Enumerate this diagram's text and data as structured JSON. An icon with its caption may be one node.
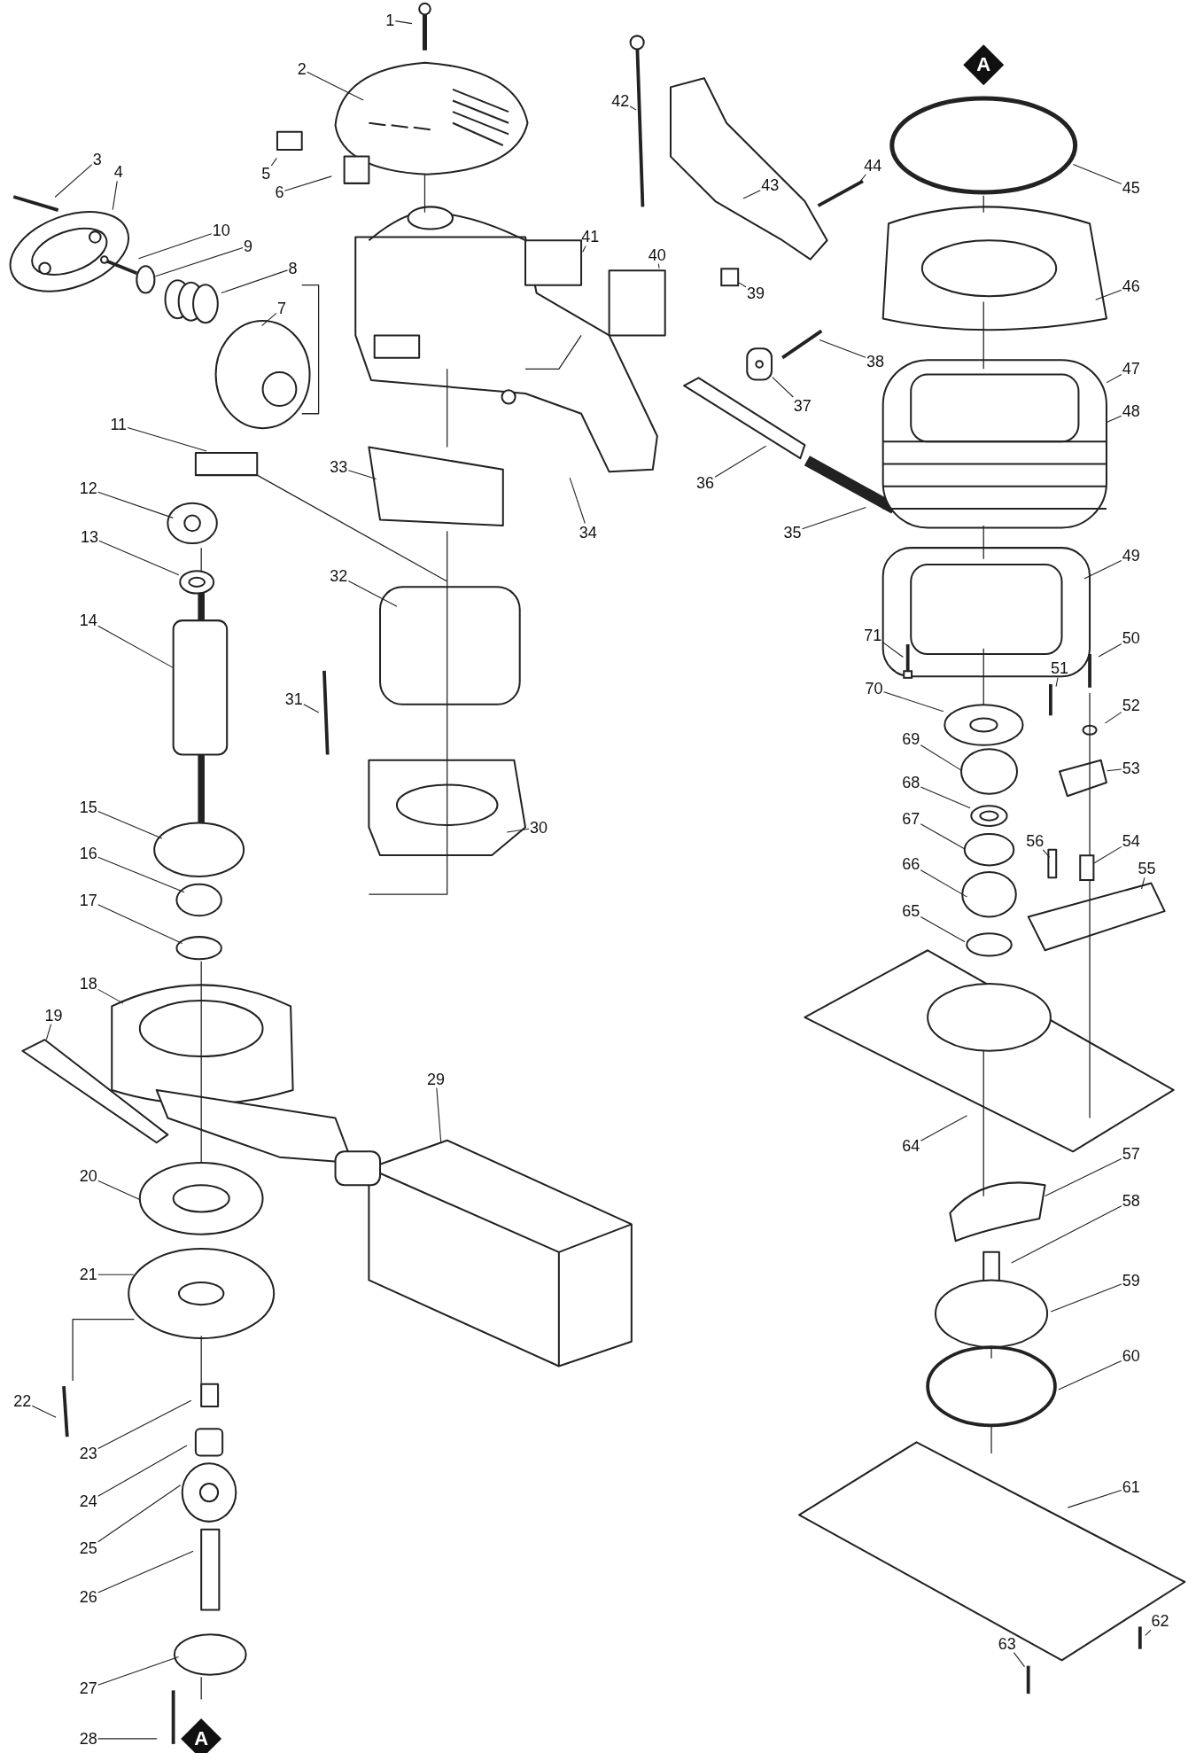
{
  "diagram": {
    "nodes": [
      {
        "text": [
          "1"
        ]
      },
      {
        "text": [
          "2"
        ]
      },
      {
        "text": [
          "3"
        ]
      },
      {
        "text": [
          "4"
        ]
      },
      {
        "text": [
          "5"
        ]
      },
      {
        "text": [
          "6"
        ]
      },
      {
        "text": [
          "7"
        ]
      },
      {
        "text": [
          "8"
        ]
      },
      {
        "text": [
          "9"
        ]
      },
      {
        "text": [
          "10"
        ]
      },
      {
        "text": [
          "11"
        ]
      },
      {
        "text": [
          "12"
        ]
      },
      {
        "text": [
          "13"
        ]
      },
      {
        "text": [
          "14"
        ]
      },
      {
        "text": [
          "15"
        ]
      },
      {
        "text": [
          "16"
        ]
      },
      {
        "text": [
          "17"
        ]
      },
      {
        "text": [
          "18"
        ]
      },
      {
        "text": [
          "19"
        ]
      },
      {
        "text": [
          "20"
        ]
      },
      {
        "text": [
          "21"
        ]
      },
      {
        "text": [
          "22"
        ]
      },
      {
        "text": [
          "23"
        ]
      },
      {
        "text": [
          "24"
        ]
      },
      {
        "text": [
          "25"
        ]
      },
      {
        "text": [
          "26"
        ]
      },
      {
        "text": [
          "27"
        ]
      },
      {
        "text": [
          "28"
        ]
      },
      {
        "text": [
          "29"
        ]
      },
      {
        "text": [
          "30"
        ]
      },
      {
        "text": [
          "31"
        ]
      },
      {
        "text": [
          "32"
        ]
      },
      {
        "text": [
          "33"
        ]
      },
      {
        "text": [
          "34"
        ]
      },
      {
        "text": [
          "35"
        ]
      },
      {
        "text": [
          "36"
        ]
      },
      {
        "text": [
          "37"
        ]
      },
      {
        "text": [
          "38"
        ]
      },
      {
        "text": [
          "39"
        ]
      },
      {
        "text": [
          "40"
        ]
      },
      {
        "text": [
          "41"
        ]
      },
      {
        "text": [
          "42"
        ]
      },
      {
        "text": [
          "43"
        ]
      },
      {
        "text": [
          "44"
        ]
      },
      {
        "text": [
          "45"
        ]
      },
      {
        "text": [
          "46"
        ]
      },
      {
        "text": [
          "47"
        ]
      },
      {
        "text": [
          "48"
        ]
      },
      {
        "text": [
          "49"
        ]
      },
      {
        "text": [
          "50"
        ]
      },
      {
        "text": [
          "51"
        ]
      },
      {
        "text": [
          "52"
        ]
      },
      {
        "text": [
          "53"
        ]
      },
      {
        "text": [
          "54"
        ]
      },
      {
        "text": [
          "55"
        ]
      },
      {
        "text": [
          "56"
        ]
      },
      {
        "text": [
          "57"
        ]
      },
      {
        "text": [
          "58"
        ]
      },
      {
        "text": [
          "59"
        ]
      },
      {
        "text": [
          "60"
        ]
      },
      {
        "text": [
          "61"
        ]
      },
      {
        "text": [
          "62"
        ]
      },
      {
        "text": [
          "63"
        ]
      },
      {
        "text": [
          "64"
        ]
      },
      {
        "text": [
          "65"
        ]
      },
      {
        "text": [
          "66"
        ]
      },
      {
        "text": [
          "67"
        ]
      },
      {
        "text": [
          "68"
        ]
      },
      {
        "text": [
          "69"
        ]
      },
      {
        "text": [
          "70"
        ]
      },
      {
        "text": [
          "71"
        ]
      },
      {
        "text": [],
        "shape": "picture"
      },
      {
        "text": [],
        "shape": "picture"
      },
      {
        "text": [],
        "shape": "picture"
      },
      {
        "text": [],
        "shape": "box"
      },
      {
        "text": [],
        "shape": "box"
      },
      {
        "text": [],
        "shape": "picture"
      },
      {
        "text": [],
        "shape": "picture"
      },
      {
        "text": [],
        "shape": "picture"
      },
      {
        "text": [],
        "shape": "circle"
      },
      {
        "text": [],
        "shape": "picture"
      }
    ],
    "edges": [
      {
        "from": 0,
        "to": null,
        "arrow": "none"
      },
      {
        "from": 1,
        "to": null,
        "arrow": "none"
      },
      {
        "from": 2,
        "to": null,
        "arrow": "none"
      },
      {
        "from": 3,
        "to": null,
        "arrow": "none"
      },
      {
        "from": 4,
        "to": null,
        "arrow": "none"
      },
      {
        "from": 5,
        "to": null,
        "arrow": "none"
      },
      {
        "from": 6,
        "to": null,
        "arrow": "none"
      },
      {
        "from": 7,
        "to": 71,
        "arrow": "none"
      },
      {
        "from": 8,
        "to": 79,
        "arrow": "none"
      },
      {
        "from": 9,
        "to": 80,
        "arrow": "none"
      },
      {
        "from": 10,
        "to": null,
        "arrow": "none"
      },
      {
        "from": 11,
        "to": null,
        "arrow": "none"
      },
      {
        "from": 12,
        "to": 72,
        "arrow": "none"
      },
      {
        "from": 13,
        "to": null,
        "arrow": "none"
      },
      {
        "from": 14,
        "to": null,
        "arrow": "none"
      },
      {
        "from": 15,
        "to": null,
        "arrow": "none"
      },
      {
        "from": 16,
        "to": null,
        "arrow": "none"
      },
      {
        "from": 17,
        "to": null,
        "arrow": "none"
      },
      {
        "from": 18,
        "to": null,
        "arrow": "none"
      },
      {
        "from": 19,
        "to": null,
        "arrow": "none"
      },
      {
        "from": 20,
        "to": null,
        "arrow": "none"
      },
      {
        "from": 21,
        "to": null,
        "arrow": "none"
      },
      {
        "from": 22,
        "to": null,
        "arrow": "none"
      },
      {
        "from": 23,
        "to": null,
        "arrow": "none"
      },
      {
        "from": 24,
        "to": null,
        "arrow": "none"
      },
      {
        "from": 25,
        "to": null,
        "arrow": "none"
      },
      {
        "from": 26,
        "to": null,
        "arrow": "none"
      },
      {
        "from": 27,
        "to": null,
        "arrow": "none"
      },
      {
        "from": 28,
        "to": null,
        "arrow": "none"
      },
      {
        "from": 29,
        "to": null,
        "arrow": "none"
      },
      {
        "from": 30,
        "to": null,
        "arrow": "none"
      },
      {
        "from": 31,
        "to": null,
        "arrow": "none"
      },
      {
        "from": 32,
        "to": null,
        "arrow": "none"
      },
      {
        "from": 33,
        "to": null,
        "arrow": "none"
      },
      {
        "from": 34,
        "to": null,
        "arrow": "none"
      },
      {
        "from": 35,
        "to": null,
        "arrow": "none"
      },
      {
        "from": 36,
        "to": 73,
        "arrow": "none"
      },
      {
        "from": 37,
        "to": null,
        "arrow": "none"
      },
      {
        "from": 38,
        "to": 74,
        "arrow": "none"
      },
      {
        "from": 39,
        "to": null,
        "arrow": "none"
      },
      {
        "from": 40,
        "to": null,
        "arrow": "none"
      },
      {
        "from": 41,
        "to": null,
        "arrow": "none"
      },
      {
        "from": 42,
        "to": null,
        "arrow": "none"
      },
      {
        "from": 43,
        "to": null,
        "arrow": "none"
      },
      {
        "from": 44,
        "to": null,
        "arrow": "none"
      },
      {
        "from": 45,
        "to": null,
        "arrow": "none"
      },
      {
        "from": 46,
        "to": null,
        "arrow": "none"
      },
      {
        "from": 47,
        "to": null,
        "arrow": "none"
      },
      {
        "from": 48,
        "to": null,
        "arrow": "none"
      },
      {
        "from": 49,
        "to": null,
        "arrow": "none"
      },
      {
        "from": 50,
        "to": null,
        "arrow": "none"
      },
      {
        "from": 51,
        "to": null,
        "arrow": "none"
      },
      {
        "from": 52,
        "to": null,
        "arrow": "none"
      },
      {
        "from": 53,
        "to": 75,
        "arrow": "none"
      },
      {
        "from": 54,
        "to": null,
        "arrow": "none"
      },
      {
        "from": 55,
        "to": null,
        "arrow": "none"
      },
      {
        "from": 56,
        "to": null,
        "arrow": "none"
      },
      {
        "from": 57,
        "to": null,
        "arrow": "none"
      },
      {
        "from": 58,
        "to": null,
        "arrow": "none"
      },
      {
        "from": 59,
        "to": null,
        "arrow": "none"
      },
      {
        "from": 60,
        "to": null,
        "arrow": "none"
      },
      {
        "from": 61,
        "to": null,
        "arrow": "none"
      },
      {
        "from": 62,
        "to": null,
        "arrow": "none"
      },
      {
        "from": 63,
        "to": null,
        "arrow": "none"
      },
      {
        "from": 64,
        "to": null,
        "arrow": "none"
      },
      {
        "from": 65,
        "to": null,
        "arrow": "none"
      },
      {
        "from": 66,
        "to": null,
        "arrow": "none"
      },
      {
        "from": 67,
        "to": 76,
        "arrow": "none"
      },
      {
        "from": 68,
        "to": null,
        "arrow": "none"
      },
      {
        "from": 69,
        "to": 77,
        "arrow": "none"
      },
      {
        "from": 70,
        "to": 78,
        "arrow": "none"
      }
    ],
    "labels": [
      "A",
      "A"
    ]
  }
}
